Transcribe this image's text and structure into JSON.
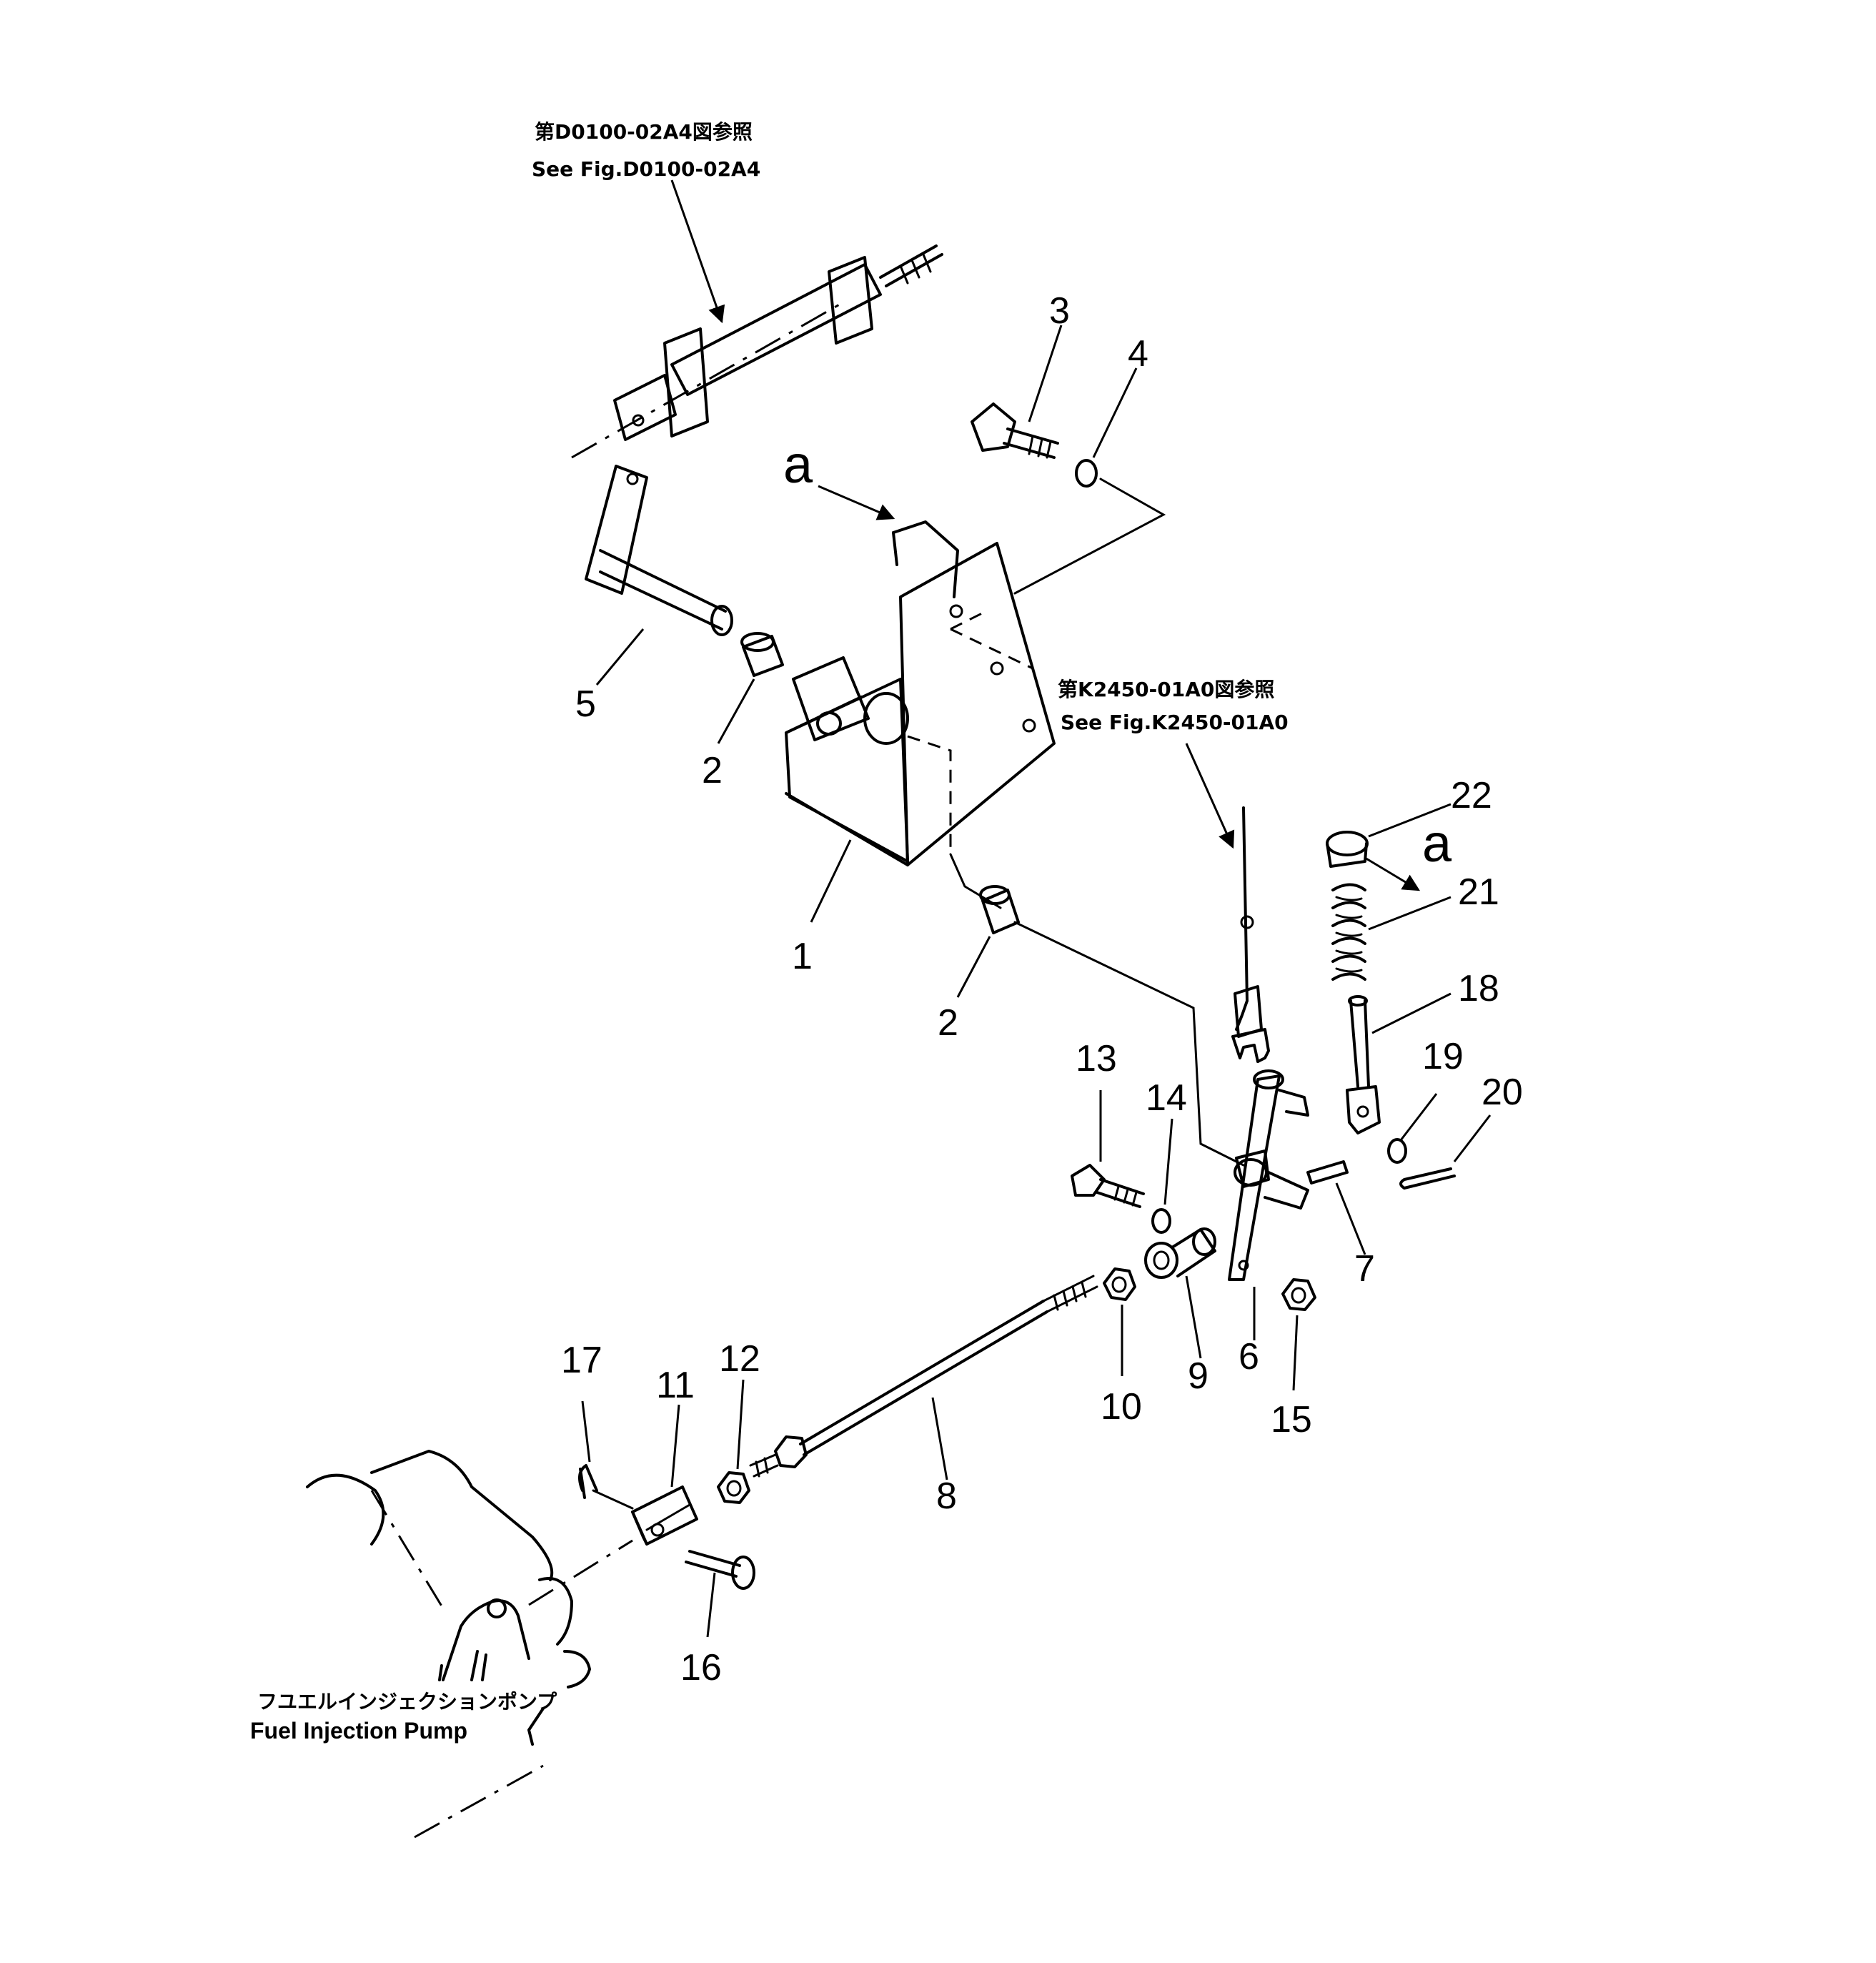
{
  "references": {
    "top_jp": "第D0100-02A4図参照",
    "top_en": "See Fig.D0100-02A4",
    "mid_jp": "第K2450-01A0図参照",
    "mid_en": "See Fig.K2450-01A0"
  },
  "pump": {
    "jp": "フユエルインジェクションポンプ",
    "en": "Fuel  Injection  Pump"
  },
  "view_marks": {
    "a1": "a",
    "a2": "a"
  },
  "callouts": {
    "n1": "1",
    "n2a": "2",
    "n2b": "2",
    "n3": "3",
    "n4": "4",
    "n5": "5",
    "n6": "6",
    "n7": "7",
    "n8": "8",
    "n9": "9",
    "n10": "10",
    "n11": "11",
    "n12": "12",
    "n13": "13",
    "n14": "14",
    "n15": "15",
    "n16": "16",
    "n17": "17",
    "n18": "18",
    "n19": "19",
    "n20": "20",
    "n21": "21",
    "n22": "22"
  }
}
